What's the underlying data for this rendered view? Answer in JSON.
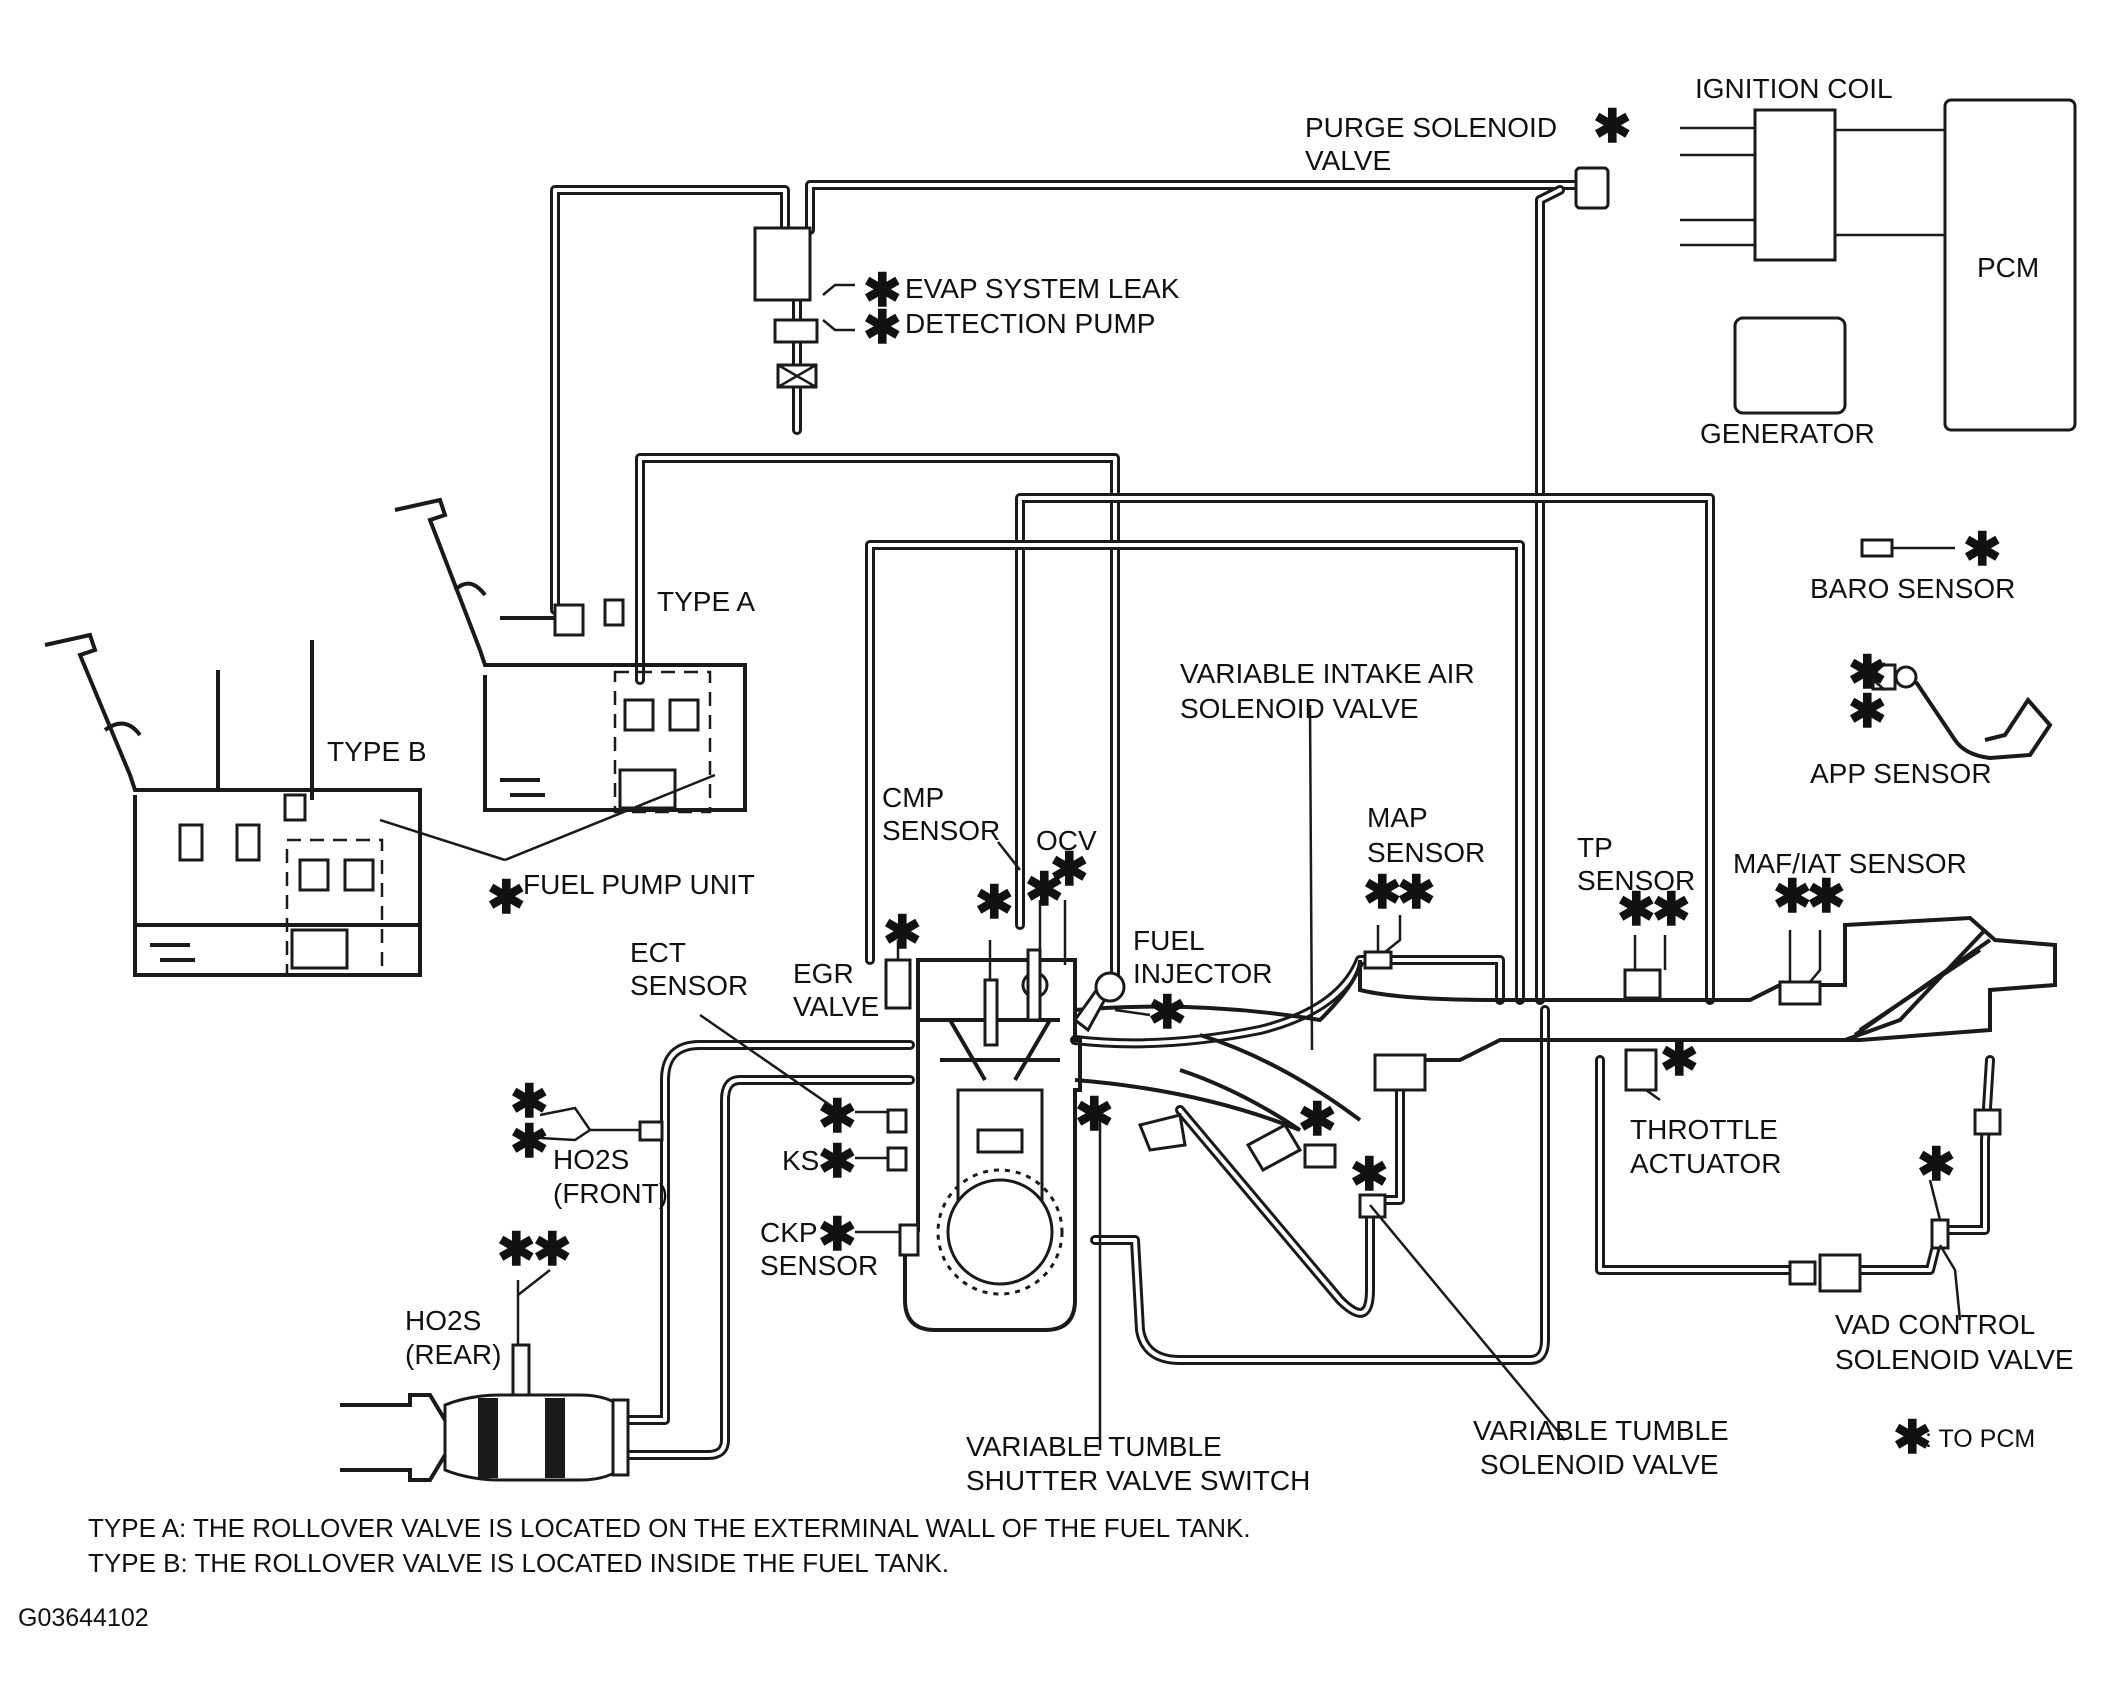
{
  "labels": {
    "ignition_coil": "IGNITION COIL",
    "pcm": "PCM",
    "generator": "GENERATOR",
    "purge_valve_l1": "PURGE SOLENOID",
    "purge_valve_l2": "VALVE",
    "evap_l1": "EVAP SYSTEM LEAK",
    "evap_l2": "DETECTION PUMP",
    "baro_sensor": "BARO SENSOR",
    "app_sensor": "APP SENSOR",
    "type_a": "TYPE A",
    "type_b": "TYPE B",
    "fuel_pump_unit": "FUEL PUMP UNIT",
    "via_l1": "VARIABLE INTAKE AIR",
    "via_l2": "SOLENOID VALVE",
    "cmp_l1": "CMP",
    "cmp_l2": "SENSOR",
    "ocv": "OCV",
    "map_l1": "MAP",
    "map_l2": "SENSOR",
    "tp_l1": "TP",
    "tp_l2": "SENSOR",
    "maf_iat": "MAF/IAT SENSOR",
    "fuel_inj_l1": "FUEL",
    "fuel_inj_l2": "INJECTOR",
    "egr_l1": "EGR",
    "egr_l2": "VALVE",
    "ect_l1": "ECT",
    "ect_l2": "SENSOR",
    "ho2s_front_l1": "HO2S",
    "ho2s_front_l2": "(FRONT)",
    "ks": "KS",
    "ckp_l1": "CKP",
    "ckp_l2": "SENSOR",
    "ho2s_rear_l1": "HO2S",
    "ho2s_rear_l2": "(REAR)",
    "throttle_l1": "THROTTLE",
    "throttle_l2": "ACTUATOR",
    "vad_l1": "VAD CONTROL",
    "vad_l2": "SOLENOID VALVE",
    "vtssw_l1": "VARIABLE TUMBLE",
    "vtssw_l2": "SHUTTER VALVE SWITCH",
    "vtsv_l1": "VARIABLE TUMBLE",
    "vtsv_l2": "SOLENOID VALVE"
  },
  "legend": {
    "symbol": "✱",
    "text": ": TO PCM"
  },
  "notes": {
    "type_a": "TYPE A: THE ROLLOVER VALVE IS LOCATED ON THE  EXTERMINAL WALL OF THE FUEL TANK.",
    "type_b": "TYPE B: THE ROLLOVER VALVE IS LOCATED INSIDE THE FUEL TANK."
  },
  "figure_code": "G03644102",
  "icons": {
    "to_pcm_marker": "asterisk-icon"
  }
}
